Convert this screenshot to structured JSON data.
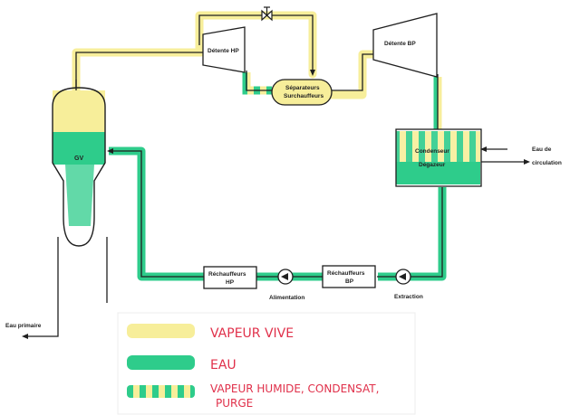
{
  "colors": {
    "vapeur_vive": "#f7ee9a",
    "eau": "#2ecc8b",
    "line": "#1f1f1f",
    "legend_text": "#e0304a",
    "paper": "#ffffff"
  },
  "components": {
    "gv": "GV",
    "detente_hp": "Détente HP",
    "detente_bp": "Détente BP",
    "separateurs_line1": "Séparateurs",
    "separateurs_line2": "Surchauffeurs",
    "condenseur": "Condenseur",
    "degazeur": "Dégazeur",
    "eau_de_circulation_line1": "Eau de",
    "eau_de_circulation_line2": "circulation",
    "rechauffeurs_hp_line1": "Réchauffeurs",
    "rechauffeurs_hp_line2": "HP",
    "rechauffeurs_bp_line1": "Réchauffeurs",
    "rechauffeurs_bp_line2": "BP",
    "alimentation": "Alimentation",
    "extraction": "Extraction",
    "eau_primaire": "Eau primaire"
  },
  "legend": {
    "items": [
      {
        "label": "VAPEUR VIVE",
        "swatch": "vapeur-vive"
      },
      {
        "label": "EAU",
        "swatch": "eau"
      },
      {
        "label_line1": "VAPEUR HUMIDE, CONDENSAT,",
        "label_line2": "PURGE",
        "swatch": "vapeur-humide"
      }
    ]
  }
}
